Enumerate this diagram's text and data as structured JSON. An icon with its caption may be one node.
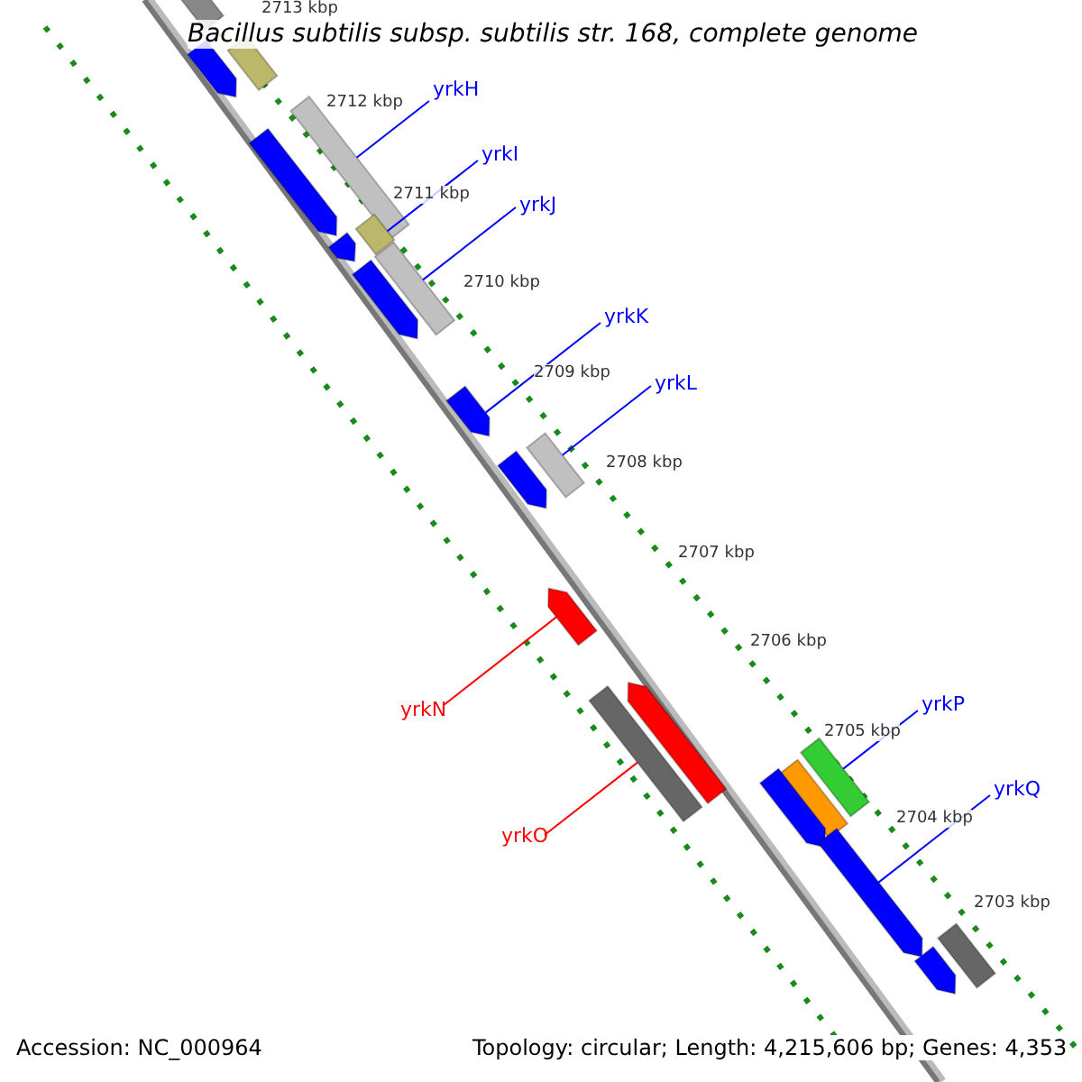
{
  "diagram": {
    "title": "Bacillus subtilis subsp. subtilis str. 168, complete genome",
    "nodes": [
      {
        "text": [
          "yrkH"
        ]
      },
      {
        "text": [
          "yrkI"
        ]
      },
      {
        "text": [
          "yrkJ"
        ]
      },
      {
        "text": [
          "yrkK"
        ]
      },
      {
        "text": [
          "yrkL"
        ]
      },
      {
        "text": [
          "yrkN"
        ]
      },
      {
        "text": [
          "yrkO"
        ]
      },
      {
        "text": [
          "yrkP"
        ]
      },
      {
        "text": [
          "yrkQ"
        ]
      },
      {
        "text": [],
        "shape": "bar"
      },
      {
        "text": [],
        "shape": "bar"
      },
      {
        "text": [],
        "shape": "arrow"
      },
      {
        "text": [],
        "shape": "bar"
      },
      {
        "text": [],
        "shape": "arrow"
      },
      {
        "text": [],
        "shape": "bar"
      },
      {
        "text": [],
        "shape": "arrow"
      },
      {
        "text": [],
        "shape": "bar"
      },
      {
        "text": [],
        "shape": "arrow"
      },
      {
        "text": [],
        "shape": "arrow"
      },
      {
        "text": [],
        "shape": "bar"
      },
      {
        "text": [],
        "shape": "arrow"
      },
      {
        "text": [],
        "shape": "arrow"
      },
      {
        "text": [],
        "shape": "arrow"
      },
      {
        "text": [],
        "shape": "bar"
      },
      {
        "text": [],
        "shape": "bar"
      },
      {
        "text": [],
        "shape": "bar"
      },
      {
        "text": [],
        "shape": "arrow"
      },
      {
        "text": [],
        "shape": "arrow"
      },
      {
        "text": [],
        "shape": "bar"
      },
      {
        "text": [],
        "shape": "arrow"
      }
    ],
    "edges": [
      {
        "from": 0,
        "to": 12,
        "arrow": "none"
      },
      {
        "from": 1,
        "to": 14,
        "arrow": "none"
      },
      {
        "from": 2,
        "to": 16,
        "arrow": "none"
      },
      {
        "from": 3,
        "to": 18,
        "arrow": "none"
      },
      {
        "from": 4,
        "to": 19,
        "arrow": "none"
      },
      {
        "from": 5,
        "to": 21,
        "arrow": "none",
        "color": "#ff0000"
      },
      {
        "from": 6,
        "to": 23,
        "arrow": "none",
        "color": "#ff0000"
      },
      {
        "from": 7,
        "to": 24,
        "arrow": "none"
      },
      {
        "from": 8,
        "to": 27,
        "arrow": "none"
      }
    ],
    "labels": [
      "2713 kbp",
      "2712 kbp",
      "2711 kbp",
      "2710 kbp",
      "2709 kbp",
      "2708 kbp",
      "2707 kbp",
      "2706 kbp",
      "2705 kbp",
      "2704 kbp",
      "2703 kbp",
      "Accession: NC_000964",
      "Topology: circular; Length: 4,215,606 bp; Genes: 4,353"
    ]
  }
}
